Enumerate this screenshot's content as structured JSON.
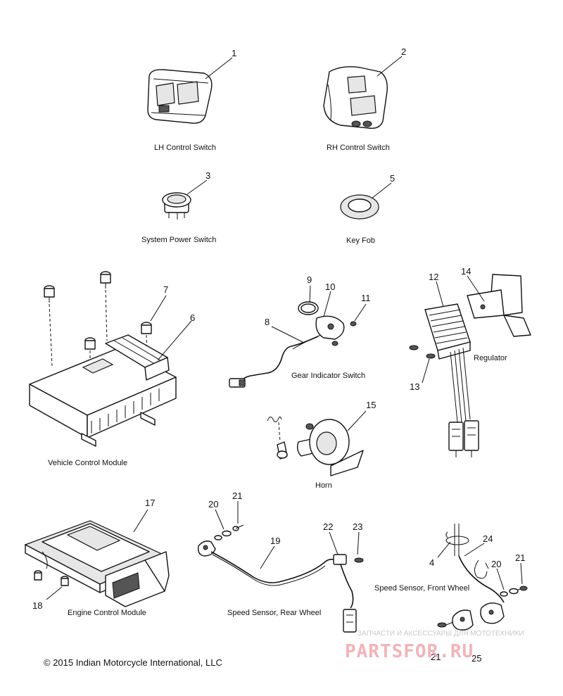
{
  "diagram": {
    "captions": {
      "lh_control_switch": "LH Control Switch",
      "rh_control_switch": "RH Control Switch",
      "system_power_switch": "System Power Switch",
      "key_fob": "Key Fob",
      "vehicle_control_module": "Vehicle Control Module",
      "gear_indicator_switch": "Gear Indicator Switch",
      "regulator": "Regulator",
      "horn": "Horn",
      "engine_control_module": "Engine Control Module",
      "speed_sensor_rear": "Speed Sensor, Rear Wheel",
      "speed_sensor_front": "Speed Sensor, Front Wheel"
    },
    "callouts": {
      "c1": "1",
      "c2": "2",
      "c3": "3",
      "c4": "4",
      "c5": "5",
      "c6": "6",
      "c7": "7",
      "c8": "8",
      "c9": "9",
      "c10": "10",
      "c11": "11",
      "c12": "12",
      "c13": "13",
      "c14": "14",
      "c15": "15",
      "c17": "17",
      "c18": "18",
      "c19": "19",
      "c20a": "20",
      "c21a": "21",
      "c22": "22",
      "c23": "23",
      "c24": "24",
      "c20b": "20",
      "c21b": "21",
      "c21c": "21",
      "c25": "25"
    },
    "copyright": "© 2015 Indian Motorcycle International, LLC"
  },
  "watermark": {
    "tagline": "ЗАПЧАСТИ И АКСЕССУАРЫ ДЛЯ МОТОТЕХНИКИ",
    "brand": "PARTSFOR.RU",
    "brand_color": "#e8707b"
  }
}
